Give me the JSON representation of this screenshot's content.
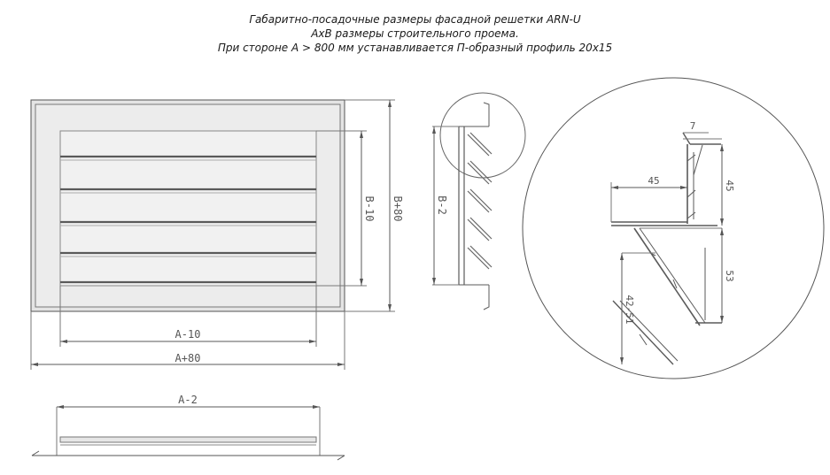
{
  "caption": {
    "line1": "Габаритно-посадочные размеры фасадной решетки ARN-U",
    "line2": "AxB размеры строительного проема.",
    "line3": "При стороне А > 800 мм устанавливается П-образный профиль 20х15"
  },
  "front_view": {
    "dim_inner_width": "A-10",
    "dim_outer_width": "A+80",
    "dim_inner_height": "B-10",
    "dim_outer_height": "B+80"
  },
  "side_view": {
    "dim_height": "B-2"
  },
  "bottom_view": {
    "dim_width": "A-2"
  },
  "detail_view": {
    "dim_lip": "7",
    "dim_flange_width": "45",
    "dim_flange_height": "45",
    "dim_body_height": "53",
    "dim_blade": "42-51"
  },
  "colors": {
    "frame_fill": "#e9e9e9",
    "line": "#5a5a5a"
  }
}
